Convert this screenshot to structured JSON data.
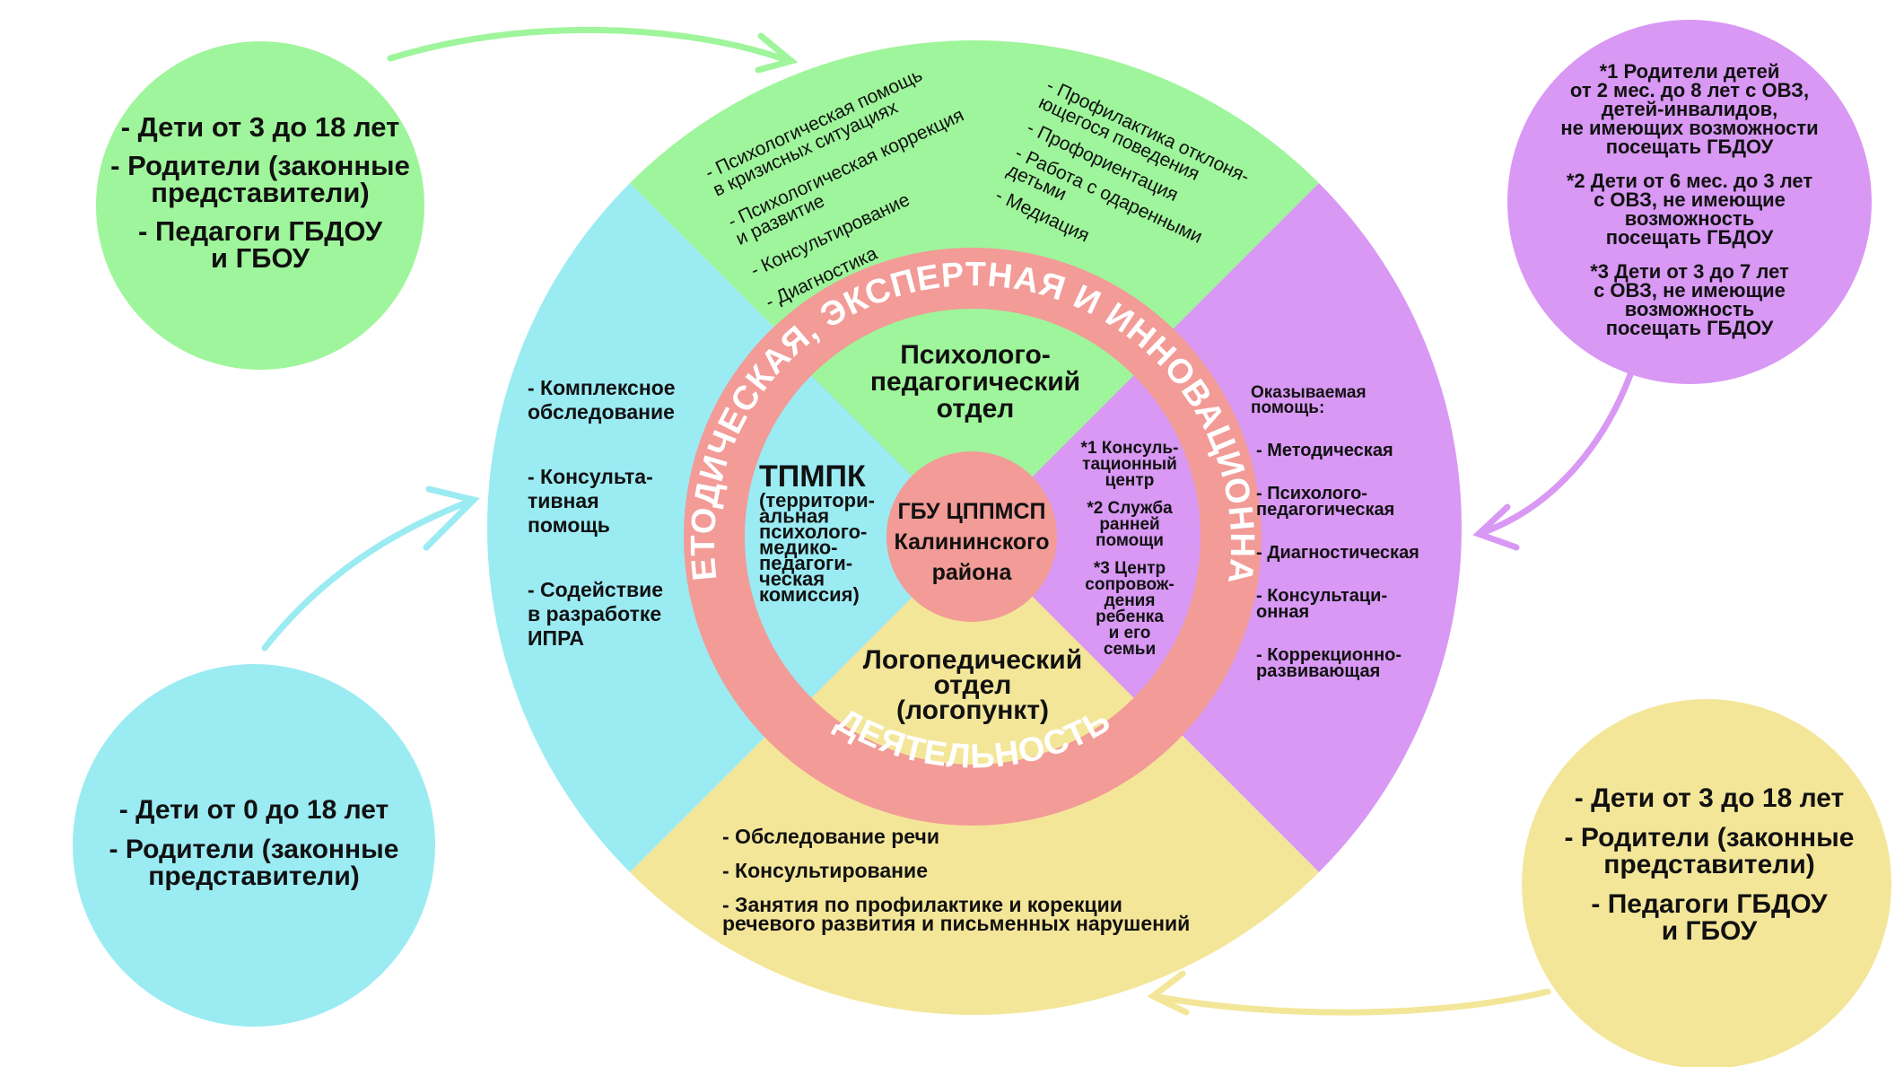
{
  "colors": {
    "green": "#9ff59b",
    "cyan": "#9bebf3",
    "purple": "#d898f4",
    "yellow": "#f4e699",
    "pink_ring": "#f29b97",
    "text": "#111111",
    "ring_text": "#ffffff"
  },
  "center": {
    "lines": [
      "ГБУ ЦППМСП",
      "Калининского",
      "района"
    ]
  },
  "ring": {
    "top_text": "МЕТОДИЧЕСКАЯ, ЭКСПЕРТНАЯ И ИННОВАЦИОННАЯ",
    "bottom_text": "ДЕЯТЕЛЬНОСТЬ"
  },
  "inner": {
    "psych_dept": [
      "Психолого-",
      "педагогический",
      "отдел"
    ],
    "tpmpk_title": "ТПМПК",
    "tpmpk_sub": [
      "(территори-",
      "альная",
      "психолого-",
      "медико-",
      "педагоги-",
      "ческая",
      "комиссия)"
    ],
    "logo_dept": [
      "Логопедический",
      "отдел",
      "(логопункт)"
    ],
    "services": [
      [
        "*1 Консуль-",
        "тационный",
        "центр"
      ],
      [
        "*2 Служба",
        "ранней",
        "помощи"
      ],
      [
        "*3 Центр",
        "сопровож-",
        "дения",
        "ребенка",
        "и его",
        "семьи"
      ]
    ]
  },
  "outer": {
    "green_left": [
      [
        "- Психологическая помощь",
        "в кризисных ситуациях"
      ],
      [
        "- Психологическая коррекция",
        "и развитие"
      ],
      [
        "- Консультирование"
      ],
      [
        "- Диагностика"
      ]
    ],
    "green_right": [
      [
        "- Профилактика отклоня-",
        "ющегося поведения"
      ],
      [
        "- Профориентация"
      ],
      [
        "- Работа с одаренными",
        "детьми"
      ],
      [
        "- Медиация"
      ]
    ],
    "cyan": [
      [
        "- Комплексное",
        "обследование"
      ],
      [
        "- Консульта-",
        "тивная",
        "помощь"
      ],
      [
        "- Содействие",
        "в разработке",
        "ИПРА"
      ]
    ],
    "purple_heading": [
      "Оказываемая",
      "помощь:"
    ],
    "purple": [
      [
        "- Методическая"
      ],
      [
        "- Психолого-",
        "педагогическая"
      ],
      [
        "- Диагностическая"
      ],
      [
        "- Консультаци-",
        "онная"
      ],
      [
        "- Коррекционно-",
        "развивающая"
      ]
    ],
    "yellow": [
      [
        "- Обследование речи"
      ],
      [
        "- Консультирование"
      ],
      [
        "- Занятия по профилактике и корекции",
        "речевого развития и письменных нарушений"
      ]
    ]
  },
  "bubbles": {
    "green": [
      [
        "- Дети от 3 до 18 лет"
      ],
      [
        "- Родители (законные",
        "представители)"
      ],
      [
        "- Педагоги ГБДОУ",
        "и ГБОУ"
      ]
    ],
    "cyan": [
      [
        "- Дети от 0 до 18 лет"
      ],
      [
        "- Родители (законные",
        "представители)"
      ]
    ],
    "purple": [
      [
        "*1 Родители детей",
        "от 2 мес. до 8 лет с ОВЗ,",
        "детей-инвалидов,",
        "не имеющих возможности",
        "посещать ГБДОУ"
      ],
      [
        "*2 Дети от 6 мес. до 3 лет",
        "с ОВЗ, не имеющие",
        "возможность",
        "посещать ГБДОУ"
      ],
      [
        "*3 Дети от 3 до 7 лет",
        "с ОВЗ, не имеющие",
        "возможность",
        "посещать ГБДОУ"
      ]
    ],
    "yellow": [
      [
        "- Дети от 3 до 18 лет"
      ],
      [
        "- Родители (законные",
        "представители)"
      ],
      [
        "- Педагоги ГБДОУ",
        "и ГБОУ"
      ]
    ]
  }
}
